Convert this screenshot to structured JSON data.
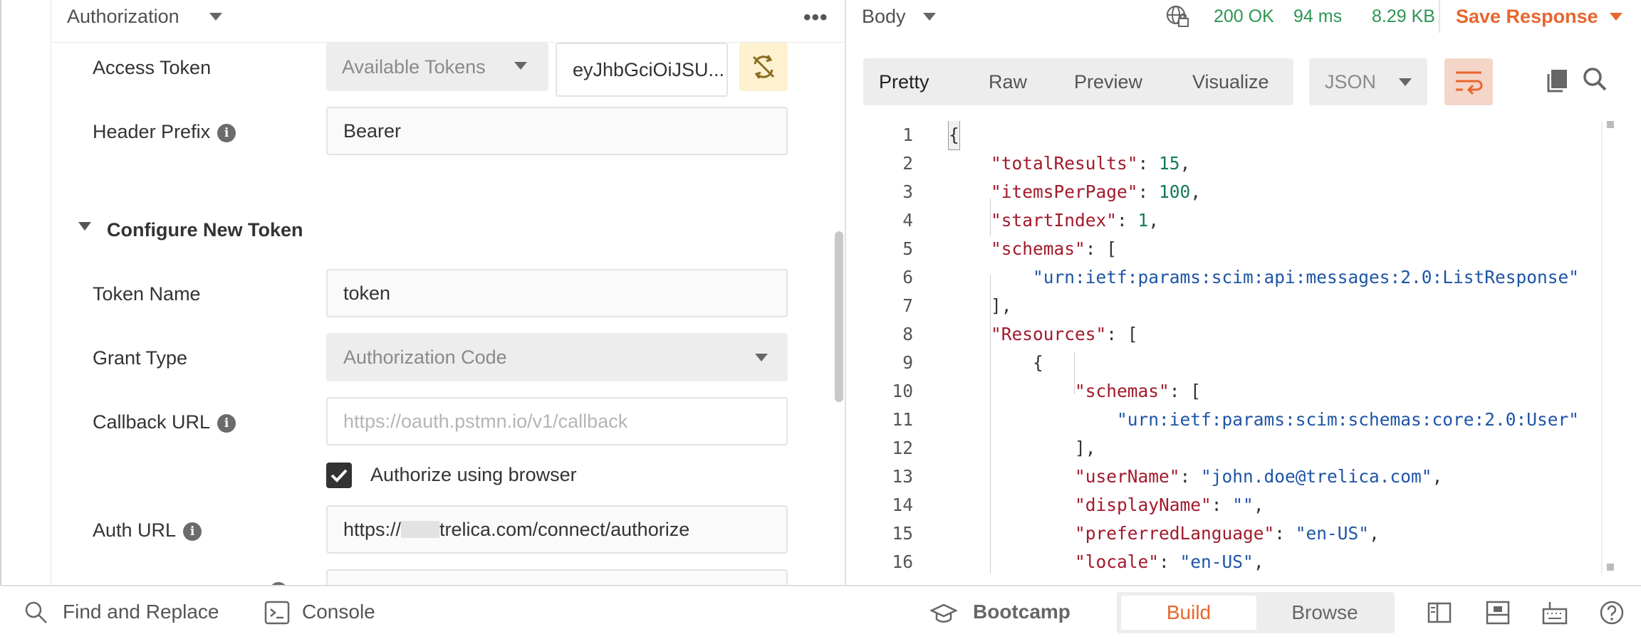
{
  "auth": {
    "section_label": "Authorization",
    "access_token_label": "Access Token",
    "available_tokens": "Available Tokens",
    "token_value": "eyJhbGciOiJSU...",
    "header_prefix_label": "Header Prefix",
    "header_prefix_value": "Bearer",
    "configure_title": "Configure New Token",
    "token_name_label": "Token Name",
    "token_name_value": "token",
    "grant_type_label": "Grant Type",
    "grant_type_value": "Authorization Code",
    "callback_url_label": "Callback URL",
    "callback_url_placeholder": "https://oauth.pstmn.io/v1/callback",
    "authorize_browser_label": "Authorize using browser",
    "authorize_browser_checked": true,
    "auth_url_label": "Auth URL",
    "auth_url_prefix": "https://",
    "auth_url_suffix": "trelica.com/connect/authorize"
  },
  "response": {
    "body_label": "Body",
    "status": "200 OK",
    "time": "94 ms",
    "size": "8.29 KB",
    "save_label": "Save Response",
    "tabs": [
      "Pretty",
      "Raw",
      "Preview",
      "Visualize"
    ],
    "active_tab": "Pretty",
    "format": "JSON",
    "lines": [
      {
        "n": "1"
      },
      {
        "n": "2"
      },
      {
        "n": "3"
      },
      {
        "n": "4"
      },
      {
        "n": "5"
      },
      {
        "n": "6"
      },
      {
        "n": "7"
      },
      {
        "n": "8"
      },
      {
        "n": "9"
      },
      {
        "n": "10"
      },
      {
        "n": "11"
      },
      {
        "n": "12"
      },
      {
        "n": "13"
      },
      {
        "n": "14"
      },
      {
        "n": "15"
      },
      {
        "n": "16"
      }
    ],
    "json": {
      "totalResults": "15",
      "itemsPerPage": "100",
      "startIndex": "1",
      "schema_list_response": "\"urn:ietf:params:scim:api:messages:2.0:ListResponse\"",
      "schema_user": "\"urn:ietf:params:scim:schemas:core:2.0:User\"",
      "userName": "\"john.doe@trelica.com\"",
      "displayName": "\"\"",
      "preferredLanguage": "\"en-US\"",
      "locale": "\"en-US\""
    }
  },
  "bottom_bar": {
    "find_replace": "Find and Replace",
    "console": "Console",
    "bootcamp": "Bootcamp",
    "build": "Build",
    "browse": "Browse"
  },
  "colors": {
    "accent": "#e8662e",
    "success": "#2d9654",
    "json_key": "#a11a2b",
    "json_string": "#1e55a6",
    "json_number": "#137a5d"
  }
}
